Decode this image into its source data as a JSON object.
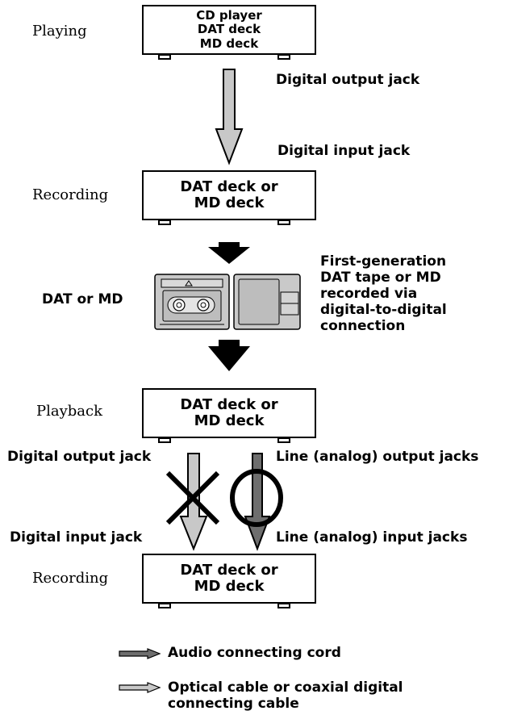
{
  "labels": {
    "playing": "Playing",
    "recording_1": "Recording",
    "playback": "Playback",
    "recording_2": "Recording",
    "dat_or_md": "DAT or MD",
    "first_generation": [
      "First-generation",
      "DAT tape or MD",
      "recorded via",
      "digital-to-digital",
      "connection"
    ]
  },
  "devices": {
    "source": [
      "CD player",
      "DAT deck",
      "MD deck"
    ],
    "recorder_1": [
      "DAT deck or",
      "MD deck"
    ],
    "playback": [
      "DAT deck or",
      "MD deck"
    ],
    "recorder_2": [
      "DAT deck or",
      "MD deck"
    ]
  },
  "jacks": {
    "digital_output_top": "Digital output jack",
    "digital_input_top": "Digital input jack",
    "digital_output_bottom": "Digital output jack",
    "line_output": "Line (analog) output jacks",
    "digital_input_bottom": "Digital input jack",
    "line_input": "Line (analog) input jacks"
  },
  "legend": {
    "audio_cord": "Audio connecting cord",
    "optical_cable": [
      "Optical cable or coaxial digital",
      "connecting cable"
    ]
  },
  "colors": {
    "optical_cable": "#c8c8c8",
    "audio_cord": "#6e6e6e",
    "media": "#c9c9c9"
  }
}
